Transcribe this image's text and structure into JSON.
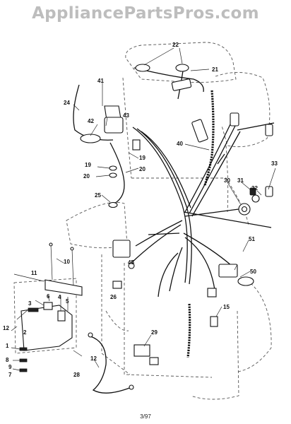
{
  "watermark": "AppliancePartsPros.com",
  "footer_code": "3/97",
  "callouts": [
    "1",
    "2",
    "3",
    "4",
    "5",
    "6",
    "7",
    "8",
    "9",
    "10",
    "11",
    "12",
    "15",
    "19",
    "20",
    "21",
    "22",
    "24",
    "25",
    "26",
    "29",
    "28",
    "30",
    "31",
    "32",
    "33",
    "40",
    "41",
    "42",
    "43",
    "45",
    "50",
    "51"
  ]
}
